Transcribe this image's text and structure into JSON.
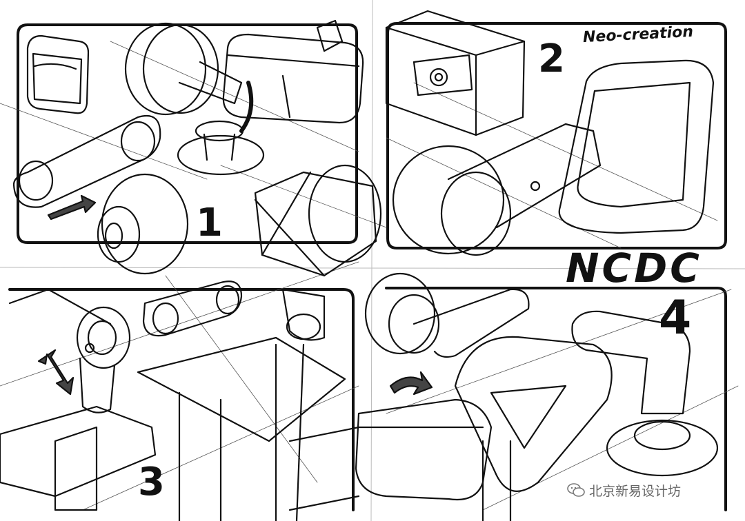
{
  "sheet": {
    "brand_signature": "Neo-creation",
    "title": "NCDC",
    "panel_numbers": [
      "1",
      "2",
      "3",
      "4"
    ],
    "watermark": "北京新易设计坊",
    "watermark_icon": "wechat-icon"
  },
  "colors": {
    "ink": "#111111",
    "paper": "#ffffff",
    "watermark": "#666666"
  }
}
